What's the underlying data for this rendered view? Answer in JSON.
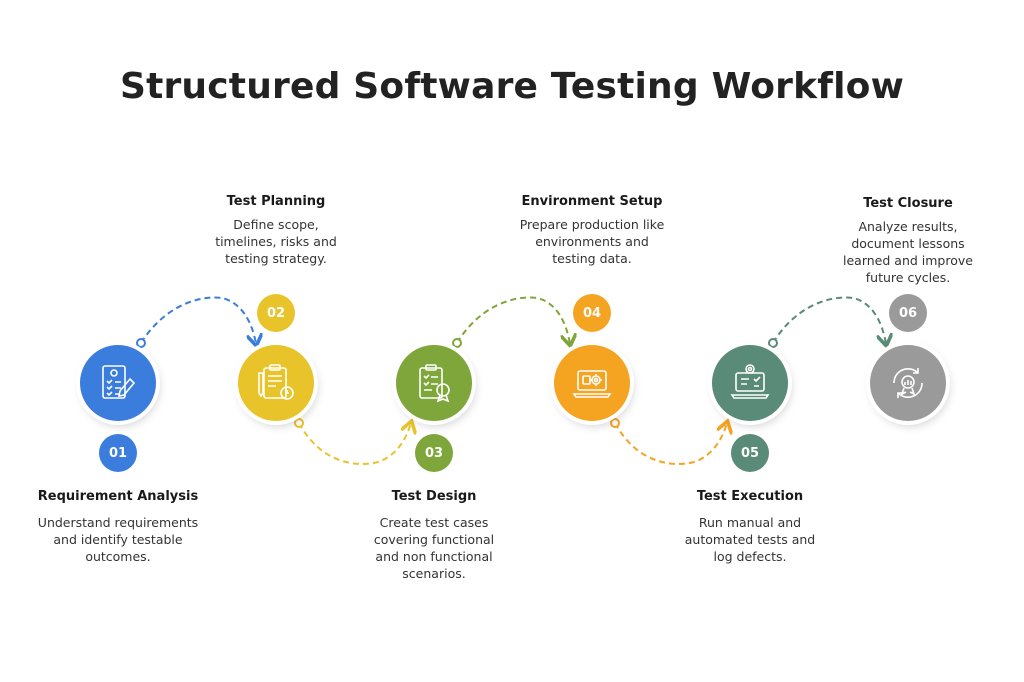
{
  "title": "Structured Software Testing Workflow",
  "colors": {
    "step1": "#3b7ddd",
    "step2": "#e8c32a",
    "step3": "#7fa63a",
    "step4": "#f5a422",
    "step5": "#5a8a78",
    "step6": "#9a9a9a"
  },
  "steps": [
    {
      "number": "01",
      "title": "Requirement Analysis",
      "desc": "Understand requirements and identify testable outcomes.",
      "icon": "requirements-checklist-icon"
    },
    {
      "number": "02",
      "title": "Test Planning",
      "desc": "Define scope, timelines, risks and testing strategy.",
      "icon": "planning-clipboard-icon"
    },
    {
      "number": "03",
      "title": "Test Design",
      "desc": "Create test cases covering functional and non functional scenarios.",
      "icon": "test-case-clipboard-icon"
    },
    {
      "number": "04",
      "title": "Environment Setup",
      "desc": "Prepare production like environments and testing data.",
      "icon": "laptop-gear-icon"
    },
    {
      "number": "05",
      "title": "Test Execution",
      "desc": "Run manual and automated tests and log defects.",
      "icon": "laptop-execution-icon"
    },
    {
      "number": "06",
      "title": "Test Closure",
      "desc": "Analyze results, document lessons learned and improve future cycles.",
      "icon": "cycle-report-icon"
    }
  ]
}
